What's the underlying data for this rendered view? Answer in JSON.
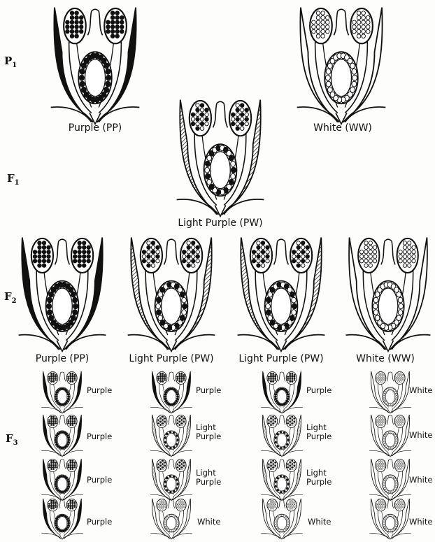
{
  "generations": {
    "p1": "P",
    "p1_sub": "1",
    "f1": "F",
    "f1_sub": "1",
    "f2": "F",
    "f2_sub": "2",
    "f3": "F",
    "f3_sub": "3"
  },
  "colors": {
    "purple_fill": "#111111",
    "light_purple_fill": "#6e6e6e",
    "white_fill": "#ffffff",
    "ink": "#111111"
  },
  "p1": {
    "left_label": "Purple (PP)",
    "right_label": "White (WW)"
  },
  "f1": {
    "label": "Light Purple (PW)"
  },
  "f2": {
    "labels": [
      "Purple (PP)",
      "Light Purple (PW)",
      "Light Purple (PW)",
      "White (WW)"
    ]
  },
  "f3": {
    "columns": [
      {
        "rows": [
          "Purple",
          "Purple",
          "Purple",
          "Purple"
        ]
      },
      {
        "rows": [
          "Purple",
          "Light Purple",
          "Light Purple",
          "White"
        ]
      },
      {
        "rows": [
          "Purple",
          "Light Purple",
          "Light Purple",
          "White"
        ]
      },
      {
        "rows": [
          "White",
          "White",
          "White",
          "White"
        ]
      }
    ]
  }
}
